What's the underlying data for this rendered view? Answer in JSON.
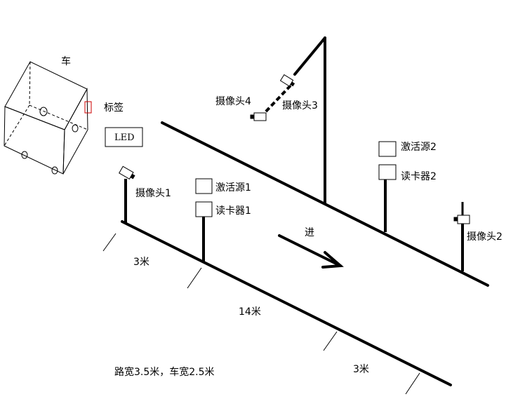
{
  "labels": {
    "car": "车",
    "tag": "标签",
    "led": "LED",
    "camera1": "摄像头1",
    "camera2": "摄像头2",
    "camera3": "摄像头3",
    "camera4": "摄像头4",
    "activator1": "激活源1",
    "activator2": "激活源2",
    "reader1": "读卡器1",
    "reader2": "读卡器2",
    "direction": "进",
    "dist_3m_a": "3米",
    "dist_14m": "14米",
    "dist_3m_b": "3米",
    "note": "路宽3.5米，车宽2.5米"
  },
  "colors": {
    "ink": "#000000",
    "tag": "#cc0000",
    "background": "#ffffff"
  },
  "icons": {
    "camera": "camera-icon",
    "direction_arrow": "arrow-right-icon"
  }
}
